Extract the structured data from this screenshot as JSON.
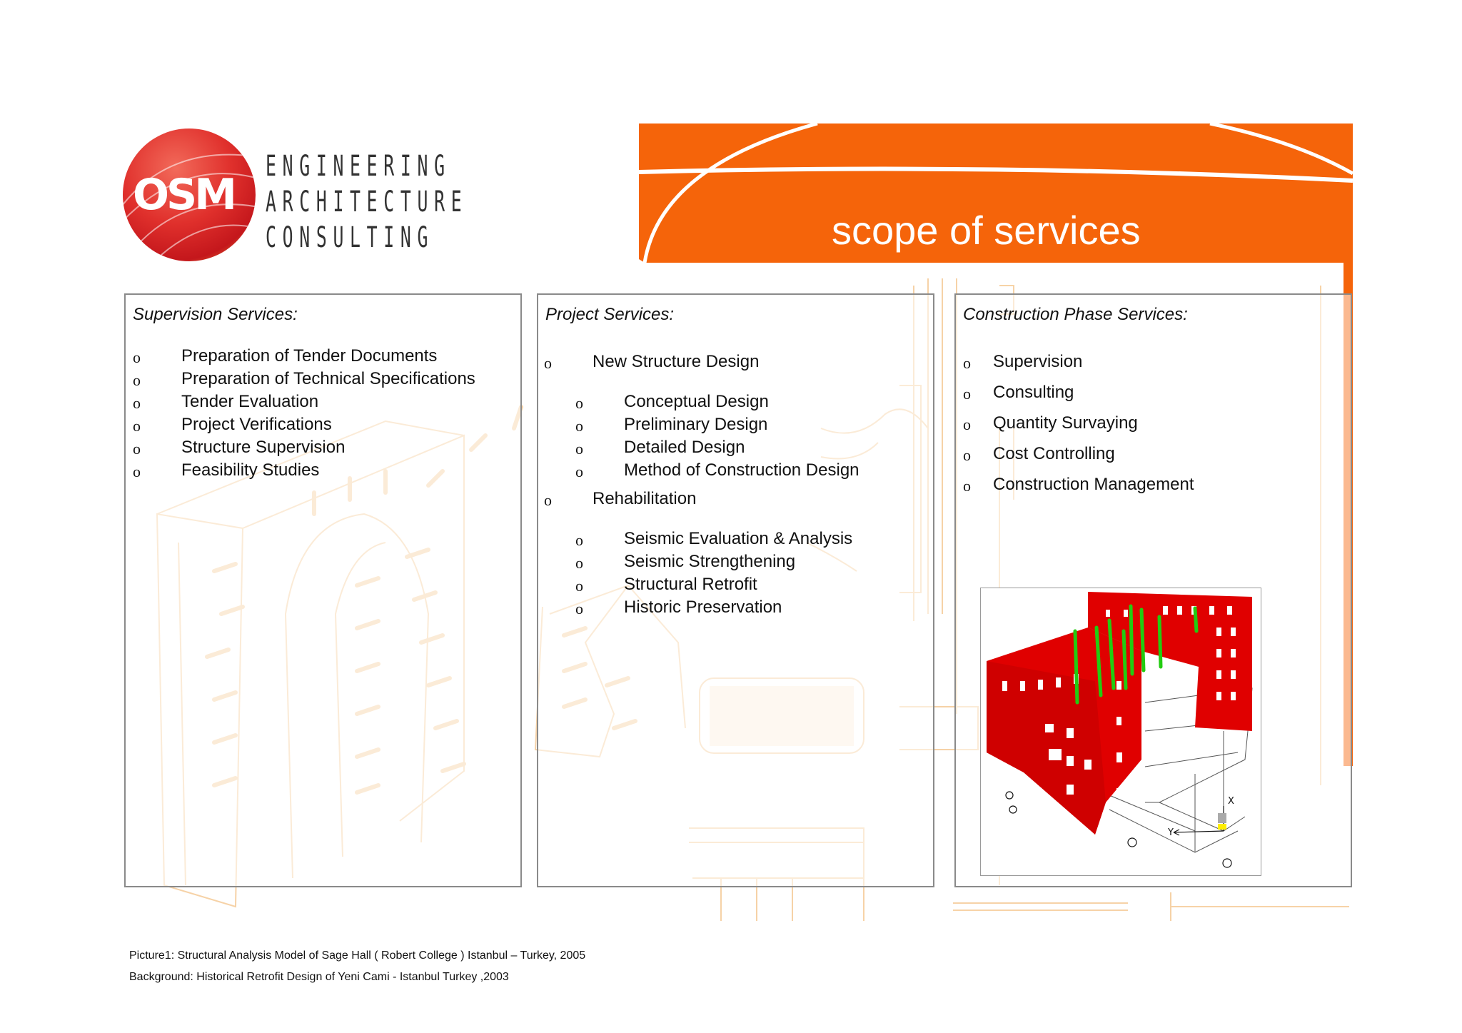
{
  "header": {
    "title": "scope of services"
  },
  "logo": {
    "mark": "OSM",
    "lines": [
      "ENGINEERING",
      "ARCHITECTURE",
      "CONSULTING"
    ]
  },
  "panels": {
    "supervision": {
      "title": "Supervision Services:",
      "bullet": "o",
      "items": [
        "Preparation of Tender Documents",
        "Preparation of Technical Specifications",
        "Tender Evaluation",
        "Project Verifications",
        "Structure Supervision",
        "Feasibility Studies"
      ]
    },
    "project": {
      "title": "Project Services:",
      "bullet": "o",
      "groups": [
        {
          "label": "New Structure Design",
          "sub": [
            "Conceptual Design",
            "Preliminary Design",
            "Detailed Design",
            "Method of Construction Design"
          ]
        },
        {
          "label": "Rehabilitation",
          "sub": [
            "Seismic Evaluation & Analysis",
            "Seismic Strengthening",
            "Structural Retrofit",
            "Historic Preservation"
          ]
        }
      ]
    },
    "construction": {
      "title": "Construction Phase Services:",
      "bullet": "o",
      "items": [
        "Supervision",
        "Consulting",
        "Quantity Survaying",
        "Cost Controlling",
        "Construction Management"
      ]
    }
  },
  "model": {
    "axis_x": "X",
    "axis_y": "Y"
  },
  "captions": {
    "picture": "Picture1:  Structural Analysis Model of Sage Hall  ( Robert College )  Istanbul – Turkey, 2005",
    "background": "Background: Historical Retrofit Design of Yeni Cami  - Istanbul Turkey ,2003"
  },
  "colors": {
    "accent_orange": "#f5640a",
    "line_drawing": "#f4c48a",
    "model_red": "#e00000",
    "model_green": "#22cc11"
  }
}
